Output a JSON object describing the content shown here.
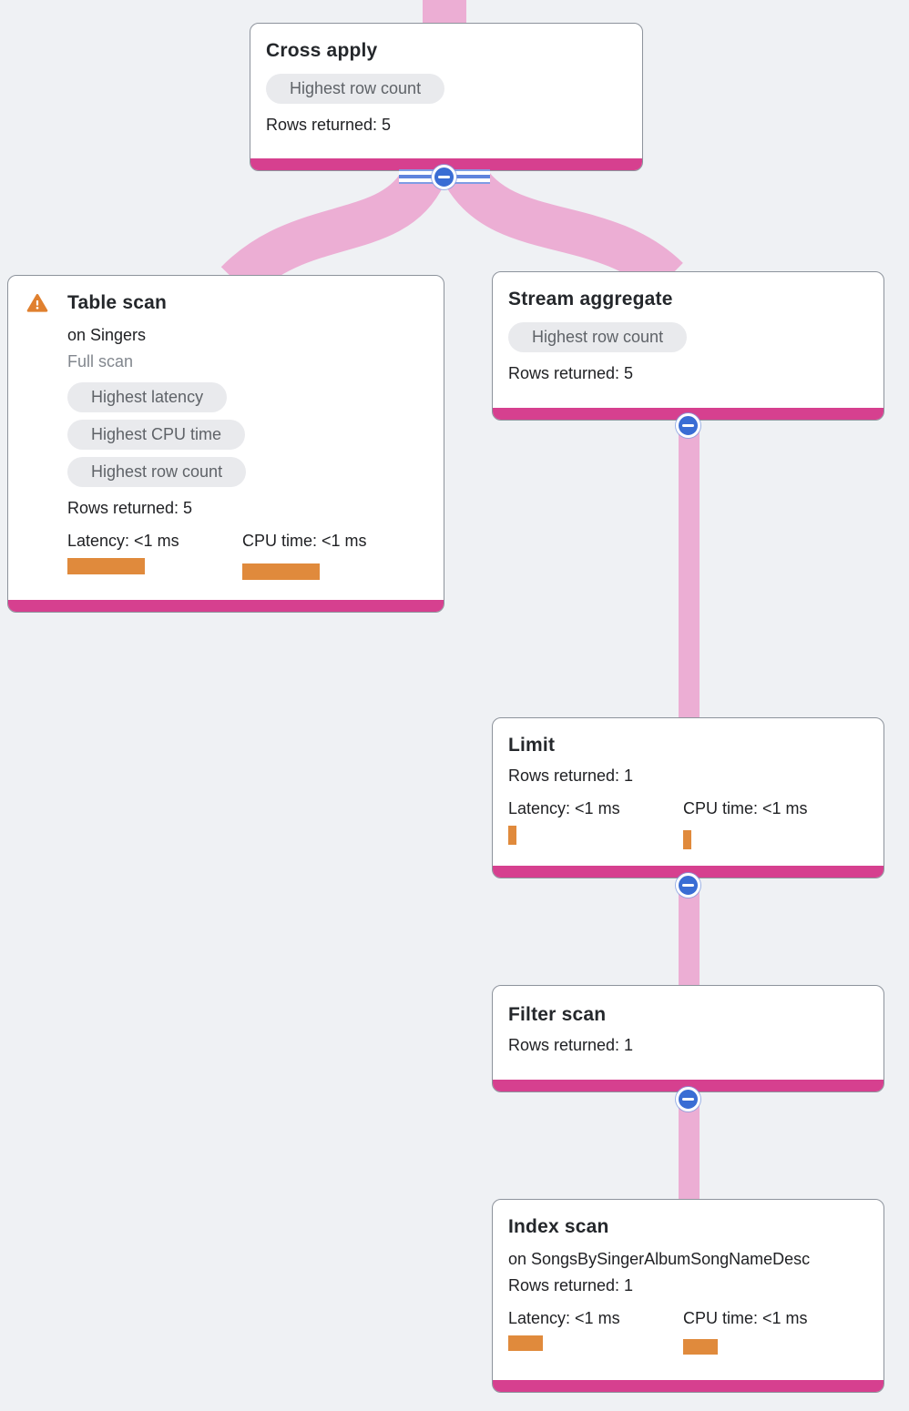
{
  "diagram": {
    "type": "query-execution-plan",
    "colors": {
      "background": "#eff1f4",
      "edge": "#ecaed4",
      "node_accent": "#d6408f",
      "node_border": "#8d939c",
      "collapse_button": "#3a6dd4",
      "metric_bar": "#e08a3c",
      "badge_bg": "#e9eaed",
      "badge_text": "#5f6368",
      "warning_icon": "#e0802f"
    },
    "icons": {
      "collapse": "minus-circle-icon",
      "warning": "warning-triangle-icon"
    },
    "nodes": {
      "cross_apply": {
        "title": "Cross apply",
        "badge": "Highest row count",
        "rows": "Rows returned: 5"
      },
      "table_scan": {
        "title": "Table scan",
        "subtitle": "on Singers",
        "note": "Full scan",
        "badges": [
          "Highest latency",
          "Highest CPU time",
          "Highest row count"
        ],
        "rows": "Rows returned: 5",
        "latency": "Latency: <1 ms",
        "cpu": "CPU time: <1 ms",
        "has_warning": true
      },
      "stream_aggregate": {
        "title": "Stream aggregate",
        "badge": "Highest row count",
        "rows": "Rows returned: 5"
      },
      "limit": {
        "title": "Limit",
        "rows": "Rows returned: 1",
        "latency": "Latency: <1 ms",
        "cpu": "CPU time: <1 ms"
      },
      "filter_scan": {
        "title": "Filter scan",
        "rows": "Rows returned: 1"
      },
      "index_scan": {
        "title": "Index scan",
        "subtitle": "on SongsBySingerAlbumSongNameDesc",
        "rows": "Rows returned: 1",
        "latency": "Latency: <1 ms",
        "cpu": "CPU time: <1 ms"
      }
    }
  }
}
